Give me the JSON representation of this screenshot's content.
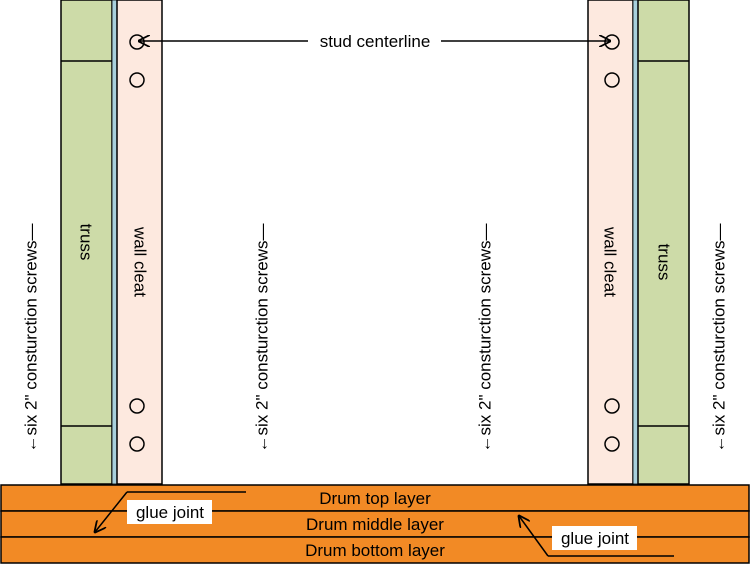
{
  "labels": {
    "stud_centerline": "stud centerline",
    "truss_left": "truss",
    "truss_right": "truss",
    "wall_cleat_left": "wall cleat",
    "wall_cleat_right": "wall cleat",
    "screws_1": "←six 2\" consturction screws—",
    "screws_2": "←six 2\" consturction screws—",
    "screws_3": "←six 2\" consturction screws—",
    "screws_4": "←six 2\" consturction screws—",
    "drum_top": "Drum top layer",
    "drum_middle": "Drum middle layer",
    "drum_bottom": "Drum bottom layer",
    "glue_joint_left": "glue joint",
    "glue_joint_right": "glue joint"
  },
  "colors": {
    "truss_fill": "#cddba8",
    "cleat_fill": "#fde9df",
    "glue_strip": "#a8d0dc",
    "drum_fill": "#f28a25",
    "stroke": "#000000"
  }
}
